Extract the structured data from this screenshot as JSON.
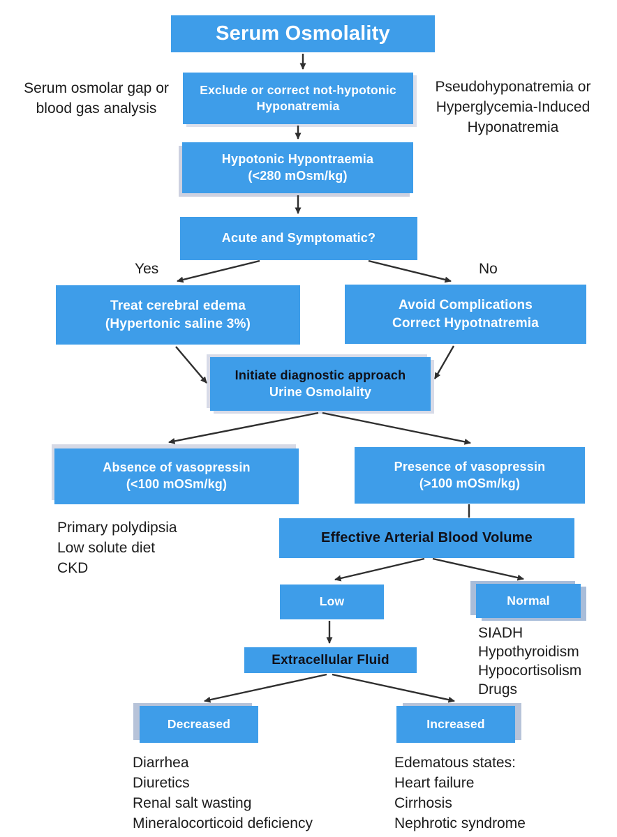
{
  "colors": {
    "box_blue": "#3e9de9",
    "arrow": "#2f2f2f",
    "shadow_light": "#d6d9e5",
    "shadow_blue": "#a9bdd9",
    "text_dark": "#101018",
    "text_white": "#ffffff"
  },
  "title": "Serum Osmolality",
  "nodes": {
    "exclude": {
      "line1": "Exclude or correct not-hypotonic",
      "line2": "Hyponatremia"
    },
    "hypotonic": {
      "line1": "Hypotonic Hypontraemia",
      "line2": "(<280 mOsm/kg)"
    },
    "acute": {
      "line1": "Acute and Symptomatic?"
    },
    "treat": {
      "line1": "Treat cerebral edema",
      "line2": "(Hypertonic saline 3%)"
    },
    "avoid": {
      "line1": "Avoid Complications",
      "line2": "Correct Hypotnatremia"
    },
    "initiate": {
      "line1": "Initiate diagnostic approach",
      "line2": "Urine Osmolality"
    },
    "absence": {
      "line1": "Absence of vasopressin",
      "line2": "(<100 mOSm/kg)"
    },
    "presence": {
      "line1": "Presence of vasopressin",
      "line2": "(>100 mOSm/kg)"
    },
    "eabv": {
      "line1": "Effective Arterial Blood Volume"
    },
    "low": {
      "line1": "Low"
    },
    "normal": {
      "line1": "Normal"
    },
    "ecf": {
      "line1": "Extracellular Fluid"
    },
    "decreased": {
      "line1": "Decreased"
    },
    "increased": {
      "line1": "Increased"
    }
  },
  "branch_labels": {
    "yes": "Yes",
    "no": "No"
  },
  "side_notes": {
    "osmolar_gap": [
      "Serum osmolar gap or",
      "blood gas analysis"
    ],
    "pseudo": [
      "Pseudohyponatremia or",
      "Hyperglycemia-Induced",
      "Hyponatremia"
    ]
  },
  "lists": {
    "no_vasopressin": [
      "Primary polydipsia",
      "Low solute diet",
      "CKD"
    ],
    "normal_eabv": [
      "SIADH",
      "Hypothyroidism",
      "Hypocortisolism",
      "Drugs"
    ],
    "ecf_decreased": [
      "Diarrhea",
      "Diuretics",
      "Renal salt wasting",
      "Mineralocorticoid deficiency"
    ],
    "ecf_increased": [
      "Edematous states:",
      "Heart failure",
      "Cirrhosis",
      "Nephrotic syndrome"
    ]
  }
}
